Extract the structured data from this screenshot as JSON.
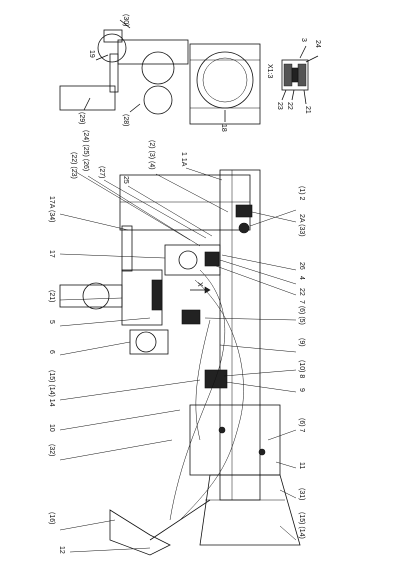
{
  "diagram": {
    "detail_title": "X1:3",
    "view_marker": "X",
    "callouts_top": [
      "(30)",
      "19",
      "(29)",
      "(28)",
      "18"
    ],
    "callouts_detail": [
      "3",
      "24",
      "23",
      "22",
      "21"
    ],
    "callouts_right": [
      "(16)",
      "12",
      "(15) (14)",
      "(31)",
      "11",
      "(6) 7",
      "9",
      "(10) 8",
      "(9)",
      "7 (6) (5)",
      "22",
      "4",
      "26",
      "2A (33)",
      "(1) 2"
    ],
    "callouts_left": [
      "(32)",
      "10",
      "(15) (14) 14",
      "6",
      "5",
      "(21)",
      "17",
      "17A (34)",
      "(22) (23)",
      "(24) (25) (26)",
      "(27)",
      "25",
      "(2) (3) (4)",
      "1 1A"
    ]
  }
}
